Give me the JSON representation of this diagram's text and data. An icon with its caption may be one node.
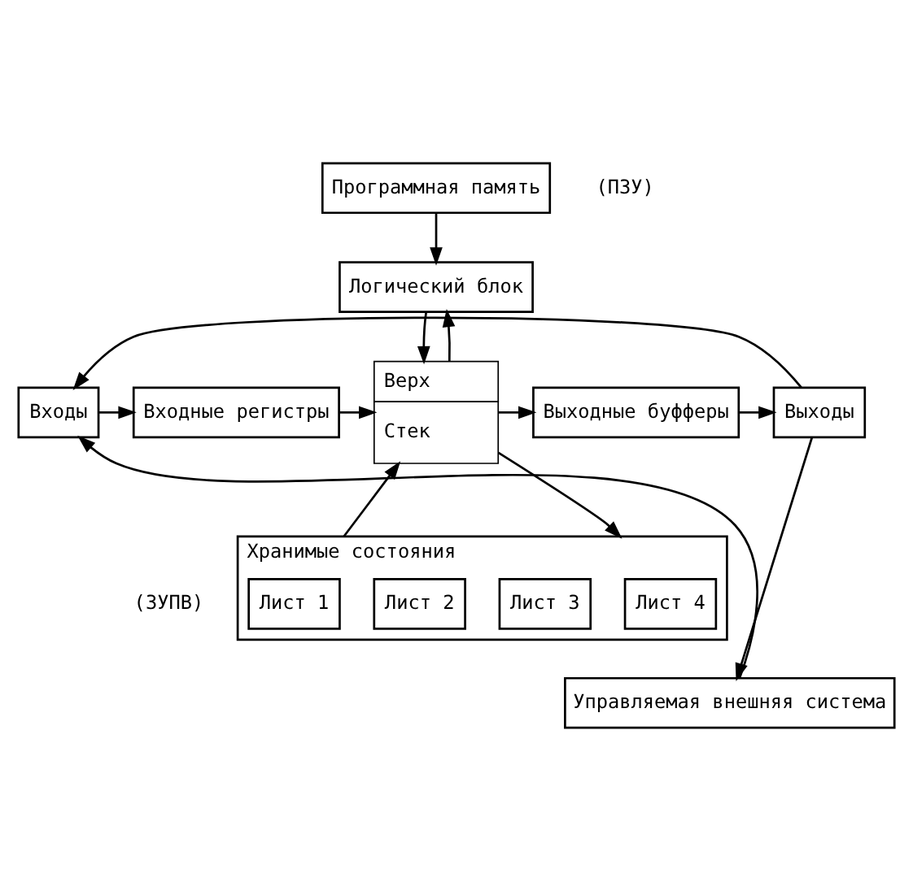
{
  "diagram": {
    "nodes": [
      {
        "text": [
          "Программная память"
        ],
        "beside": [
          "(ПЗУ)"
        ]
      },
      {
        "text": [
          "Логический блок"
        ]
      },
      {
        "text": [
          "Входы"
        ]
      },
      {
        "text": [
          "Входные регистры"
        ]
      },
      {
        "text": [
          "Верх",
          "Стек"
        ]
      },
      {
        "text": [
          "Выходные буфферы"
        ]
      },
      {
        "text": [
          "Выходы"
        ]
      },
      {
        "text": [
          "Хранимые состояния"
        ],
        "beside": [
          "(ЗУПВ)"
        ]
      },
      {
        "text": [
          "Лист 1"
        ],
        "in": 7
      },
      {
        "text": [
          "Лист 2"
        ],
        "in": 7
      },
      {
        "text": [
          "Лист 3"
        ],
        "in": 7
      },
      {
        "text": [
          "Лист 4"
        ],
        "in": 7
      },
      {
        "text": [
          "Управляемая внешняя система"
        ]
      }
    ],
    "edges": [
      {
        "from": 0,
        "to": 1,
        "arrow": "to"
      },
      {
        "from": 1,
        "to": 4,
        "arrow": "to"
      },
      {
        "from": 4,
        "to": 1,
        "arrow": "to"
      },
      {
        "from": 2,
        "to": 3,
        "arrow": "to"
      },
      {
        "from": 3,
        "to": 4,
        "arrow": "to"
      },
      {
        "from": 4,
        "to": 5,
        "arrow": "to"
      },
      {
        "from": 5,
        "to": 6,
        "arrow": "to"
      },
      {
        "from": 4,
        "to": 7,
        "arrow": "to"
      },
      {
        "from": 7,
        "to": 4,
        "arrow": "to"
      },
      {
        "from": 6,
        "to": 2,
        "arrow": "to"
      },
      {
        "from": 6,
        "to": 12,
        "arrow": "to"
      },
      {
        "from": 12,
        "to": 2,
        "arrow": "to"
      }
    ]
  }
}
